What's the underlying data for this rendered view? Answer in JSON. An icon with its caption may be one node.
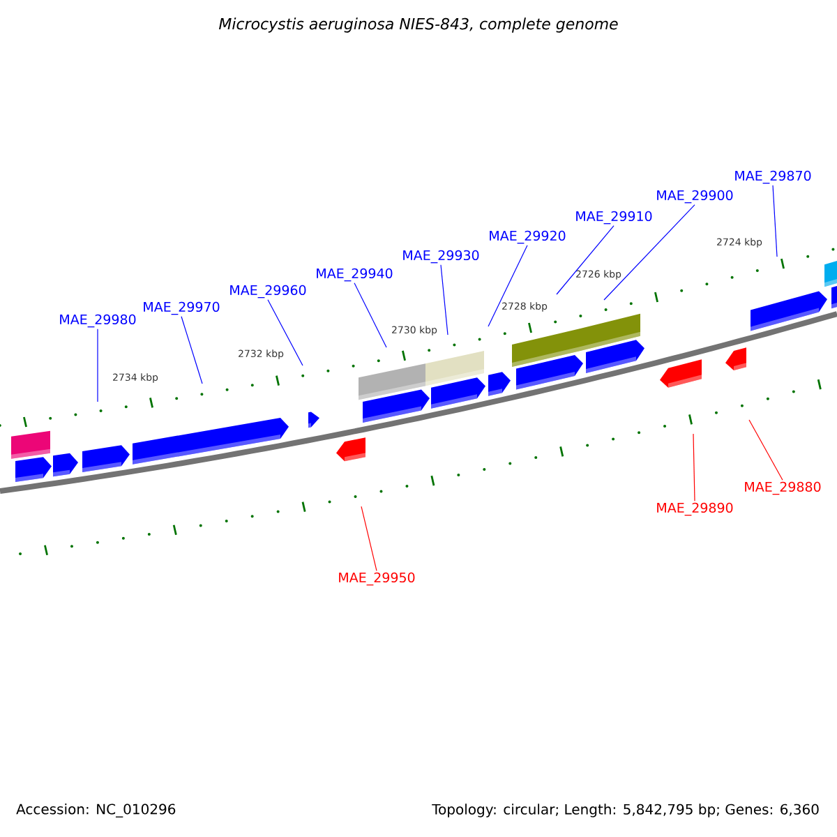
{
  "diagram": {
    "title": "Microcystis aeruginosa NIES-843, complete genome",
    "nodes": [
      {
        "text": [
          "MAE_29870"
        ]
      },
      {
        "text": [
          "MAE_29900"
        ]
      },
      {
        "text": [
          "MAE_29910"
        ]
      },
      {
        "text": [
          "MAE_29920"
        ]
      },
      {
        "text": [
          "MAE_29930"
        ]
      },
      {
        "text": [
          "MAE_29940"
        ]
      },
      {
        "text": [
          "MAE_29960"
        ]
      },
      {
        "text": [
          "MAE_29970"
        ]
      },
      {
        "text": [
          "MAE_29980"
        ]
      },
      {
        "text": [
          "MAE_29880"
        ]
      },
      {
        "text": [
          "MAE_29890"
        ]
      },
      {
        "text": [
          "MAE_29950"
        ]
      }
    ],
    "edges": [
      {
        "from": 0,
        "to": null,
        "arrow": "none"
      },
      {
        "from": 1,
        "to": null,
        "arrow": "none"
      },
      {
        "from": 2,
        "to": null,
        "arrow": "none"
      },
      {
        "from": 3,
        "to": null,
        "arrow": "none"
      },
      {
        "from": 4,
        "to": null,
        "arrow": "none"
      },
      {
        "from": 5,
        "to": null,
        "arrow": "none"
      },
      {
        "from": 6,
        "to": null,
        "arrow": "none"
      },
      {
        "from": 7,
        "to": null,
        "arrow": "none"
      },
      {
        "from": 8,
        "to": null,
        "arrow": "none"
      },
      {
        "from": 9,
        "to": null,
        "arrow": "none",
        "color": "#ff0000"
      },
      {
        "from": 10,
        "to": null,
        "arrow": "none",
        "color": "#ff0000"
      },
      {
        "from": 11,
        "to": null,
        "arrow": "none",
        "color": "#ff0000"
      }
    ],
    "labels": [
      "2724 kbp",
      "2726 kbp",
      "2728 kbp",
      "2730 kbp",
      "2732 kbp",
      "2734 kbp",
      "Accession: NC_010296",
      "Topology: circular; Length: 5,842,795 bp; Genes: 6,360"
    ]
  }
}
